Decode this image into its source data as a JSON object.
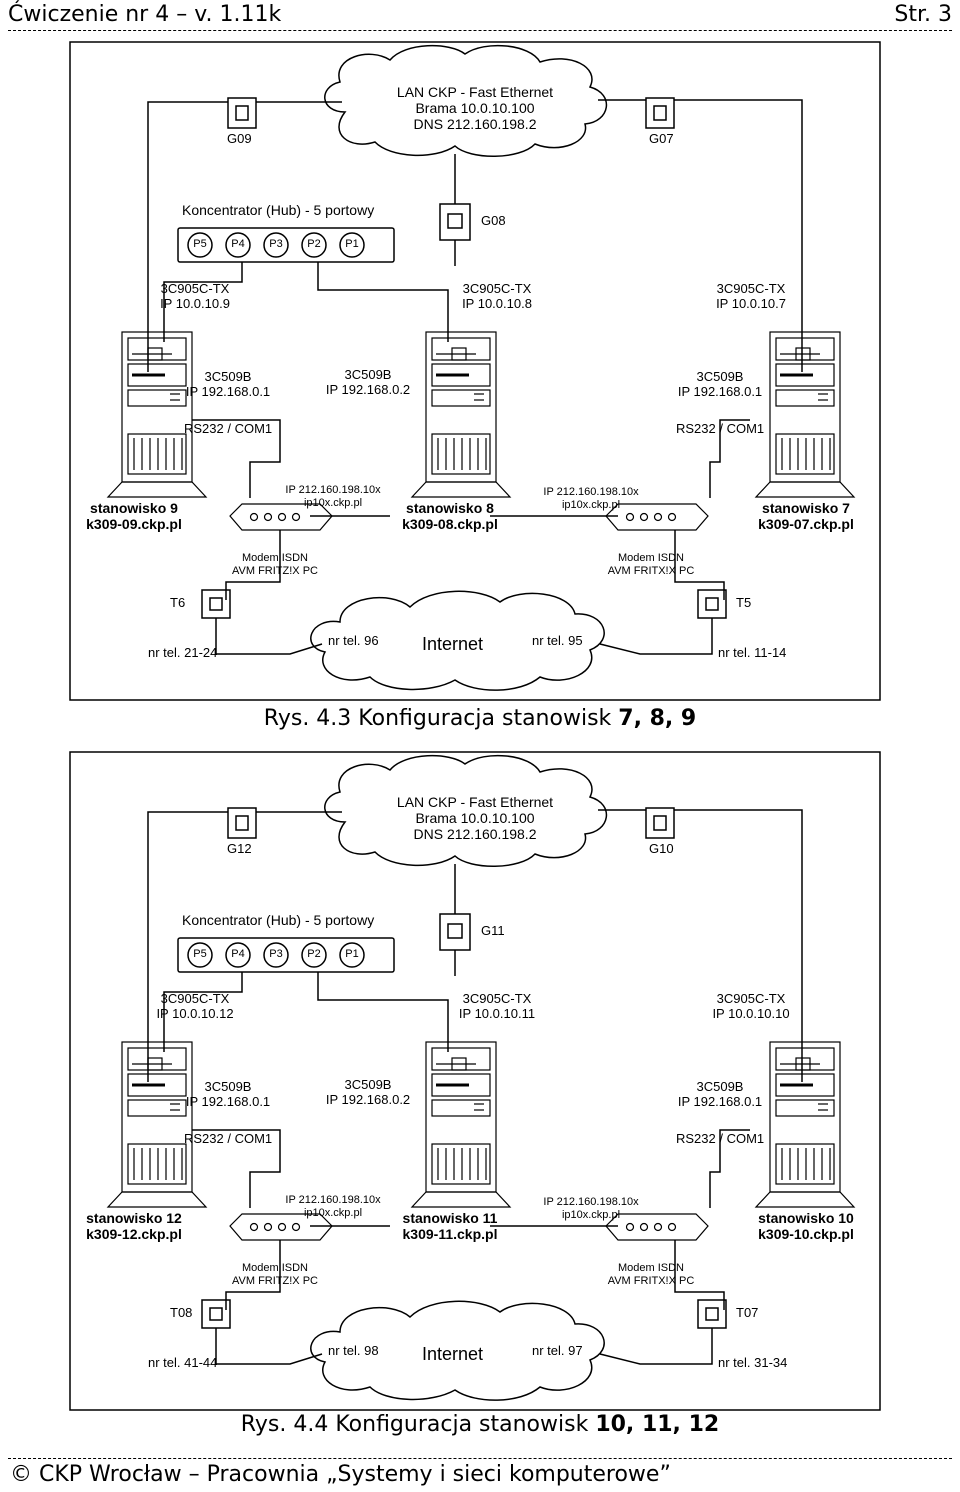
{
  "header": {
    "left": "Ćwiczenie nr 4  –  v. 1.11k",
    "right": "Str. 3"
  },
  "footer": "© CKP Wrocław – Pracownia „Systemy i sieci komputerowe”",
  "diagrams": [
    {
      "caption_prefix": "Rys. 4.3 Konfiguracja stanowisk ",
      "caption_bold": "7, 8, 9",
      "cloud_lan": [
        "LAN CKP - Fast Ethernet",
        "Brama 10.0.10.100",
        "DNS 212.160.198.2"
      ],
      "socket_left": "G09",
      "socket_right": "G07",
      "socket_hub": "G08",
      "hub_title": "Koncentrator (Hub) - 5 portowy",
      "hub_ports": [
        "P5",
        "P4",
        "P3",
        "P2",
        "P1"
      ],
      "nic_left": [
        "3C905C-TX",
        "IP 10.0.10.9"
      ],
      "nic_center": [
        "3C905C-TX",
        "IP 10.0.10.8"
      ],
      "nic_right": [
        "3C905C-TX",
        "IP 10.0.10.7"
      ],
      "card_left": [
        "3C509B",
        "IP 192.168.0.1"
      ],
      "card_center": [
        "3C509B",
        "IP 192.168.0.2"
      ],
      "card_right": [
        "3C509B",
        "IP 192.168.0.1"
      ],
      "rs_left": "RS232 / COM1",
      "rs_right": "RS232 / COM1",
      "station_left": [
        "stanowisko 9",
        "k309-09.ckp.pl"
      ],
      "station_center": [
        "stanowisko 8",
        "k309-08.ckp.pl"
      ],
      "station_right": [
        "stanowisko 7",
        "k309-07.ckp.pl"
      ],
      "ip_left": [
        "IP 212.160.198.10x",
        "ip10x.ckp.pl"
      ],
      "ip_right": [
        "IP 212.160.198.10x",
        "ip10x.ckp.pl"
      ],
      "modem_left": [
        "Modem ISDN",
        "AVM FRITZ!X PC"
      ],
      "modem_right": [
        "Modem ISDN",
        "AVM FRITX!X PC"
      ],
      "phone_left": "T6",
      "phone_right": "T5",
      "tel_left": "nr tel. 21-24",
      "tel_right": "nr tel. 11-14",
      "tel_net_left": "nr tel. 96",
      "tel_net_right": "nr tel. 95",
      "internet": "Internet"
    },
    {
      "caption_prefix": "Rys. 4.4 Konfiguracja stanowisk ",
      "caption_bold": "10, 11, 12",
      "cloud_lan": [
        "LAN CKP - Fast Ethernet",
        "Brama 10.0.10.100",
        "DNS 212.160.198.2"
      ],
      "socket_left": "G12",
      "socket_right": "G10",
      "socket_hub": "G11",
      "hub_title": "Koncentrator (Hub) - 5 portowy",
      "hub_ports": [
        "P5",
        "P4",
        "P3",
        "P2",
        "P1"
      ],
      "nic_left": [
        "3C905C-TX",
        "IP 10.0.10.12"
      ],
      "nic_center": [
        "3C905C-TX",
        "IP 10.0.10.11"
      ],
      "nic_right": [
        "3C905C-TX",
        "IP 10.0.10.10"
      ],
      "card_left": [
        "3C509B",
        "IP 192.168.0.1"
      ],
      "card_center": [
        "3C509B",
        "IP 192.168.0.2"
      ],
      "card_right": [
        "3C509B",
        "IP 192.168.0.1"
      ],
      "rs_left": "RS232 / COM1",
      "rs_right": "RS232 / COM1",
      "station_left": [
        "stanowisko 12",
        "k309-12.ckp.pl"
      ],
      "station_center": [
        "stanowisko 11",
        "k309-11.ckp.pl"
      ],
      "station_right": [
        "stanowisko 10",
        "k309-10.ckp.pl"
      ],
      "ip_left": [
        "IP 212.160.198.10x",
        "ip10x.ckp.pl"
      ],
      "ip_right": [
        "IP 212.160.198.10x",
        "ip10x.ckp.pl"
      ],
      "modem_left": [
        "Modem ISDN",
        "AVM FRITZ!X PC"
      ],
      "modem_right": [
        "Modem ISDN",
        "AVM FRITX!X PC"
      ],
      "phone_left": "T08",
      "phone_right": "T07",
      "tel_left": "nr tel. 41-44",
      "tel_right": "nr tel. 31-34",
      "tel_net_left": "nr tel. 98",
      "tel_net_right": "nr tel. 97",
      "internet": "Internet"
    }
  ]
}
